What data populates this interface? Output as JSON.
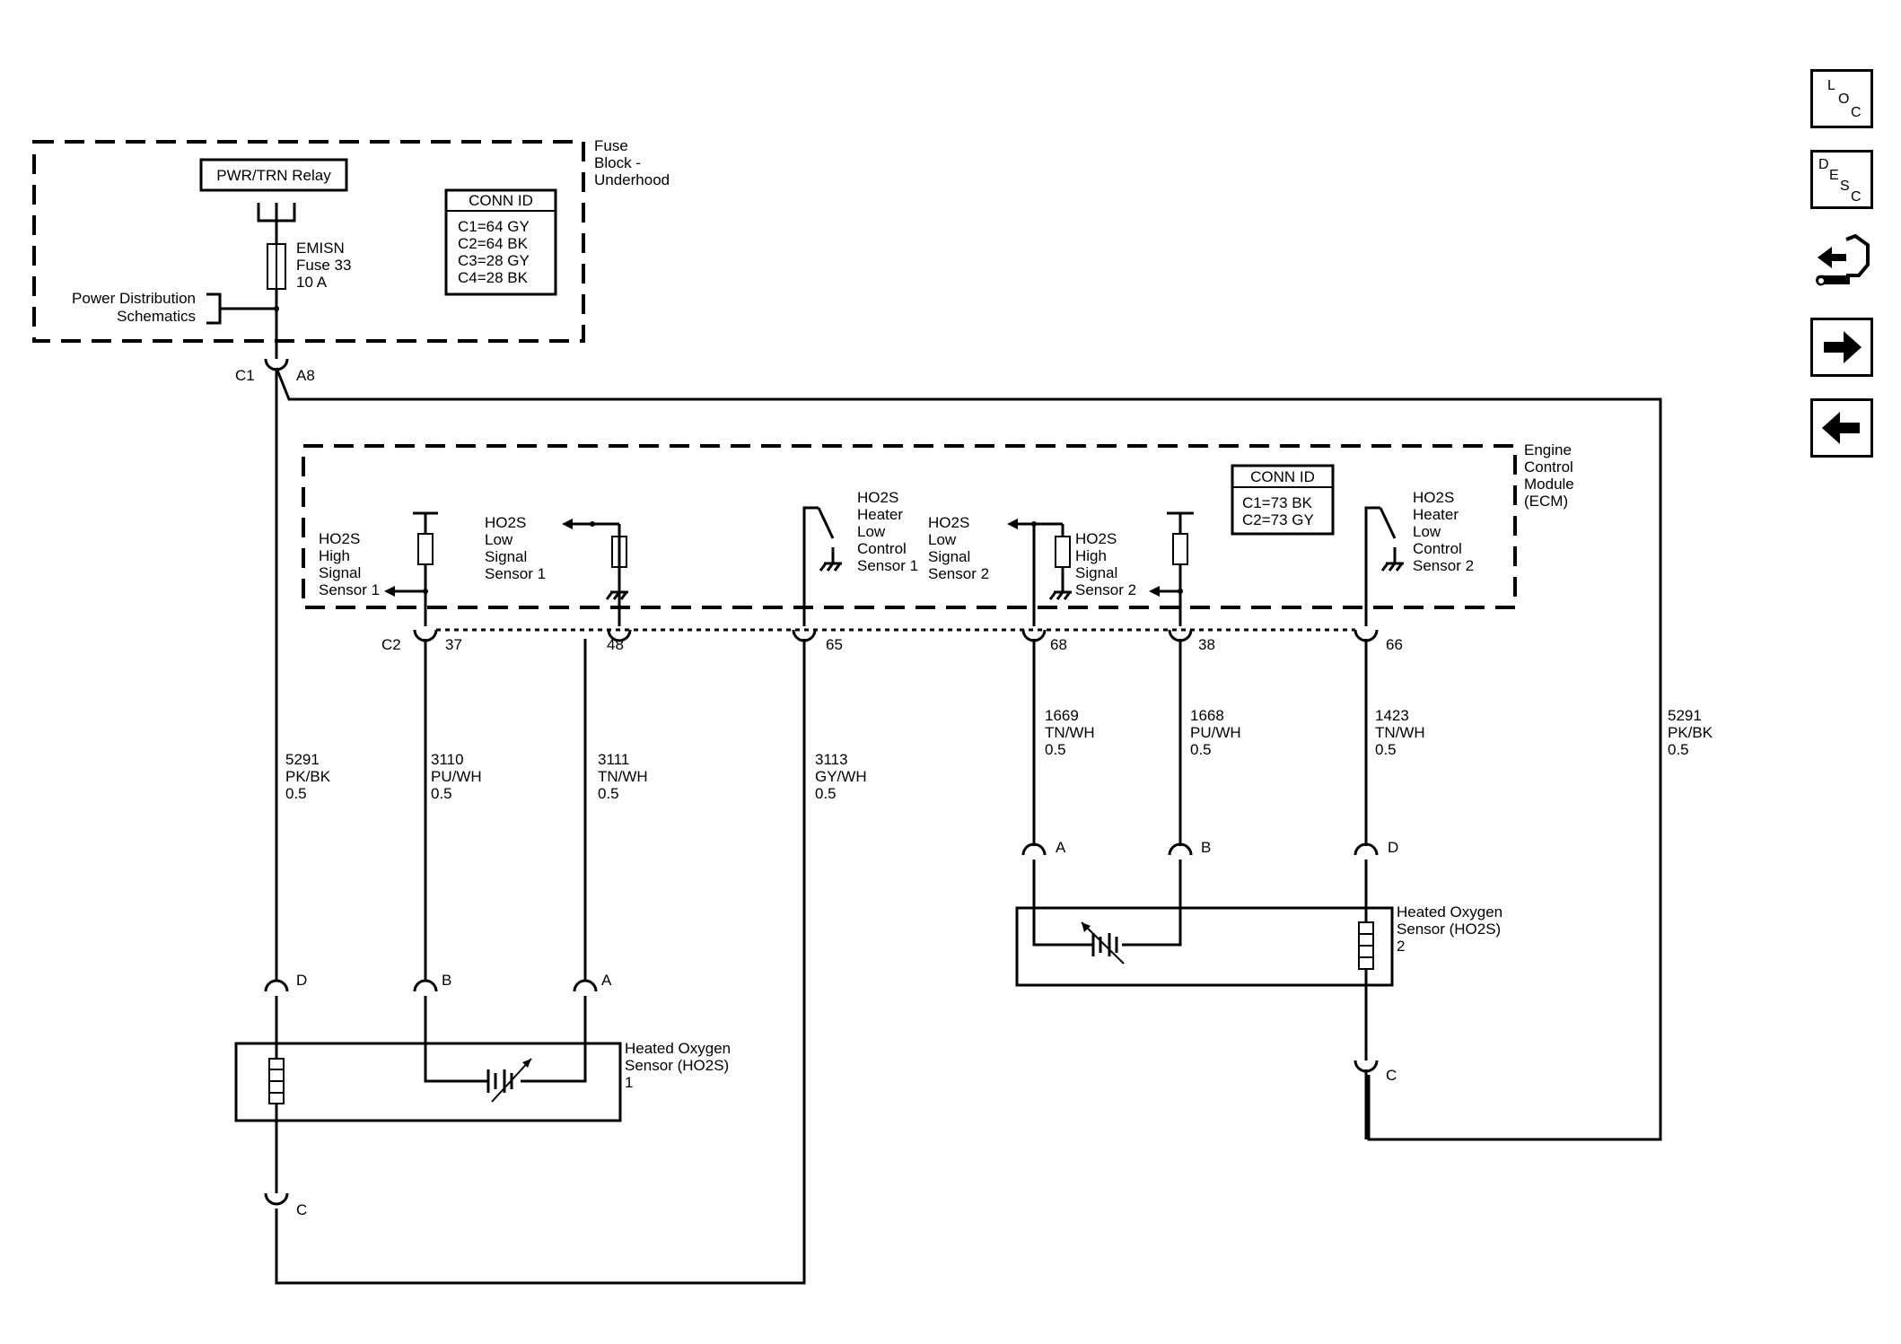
{
  "fuse_block": {
    "label": [
      "Fuse",
      "Block -",
      "Underhood"
    ],
    "relay": "PWR/TRN Relay",
    "fuse": [
      "EMISN",
      "Fuse 33",
      "10 A"
    ],
    "power_dist": [
      "Power Distribution",
      "Schematics"
    ],
    "conn_id_title": "CONN ID",
    "conn_ids": [
      "C1=64 GY",
      "C2=64 BK",
      "C3=28 GY",
      "C4=28 BK"
    ],
    "connector": "C1",
    "pin": "A8"
  },
  "ecm": {
    "label": [
      "Engine",
      "Control",
      "Module",
      "(ECM)"
    ],
    "conn_id_title": "CONN ID",
    "conn_ids": [
      "C1=73 BK",
      "C2=73 GY"
    ],
    "connector": "C2",
    "signals": [
      {
        "lines": [
          "HO2S",
          "High",
          "Signal",
          "Sensor 1"
        ],
        "pin": "37",
        "circuit": [
          "3110",
          "PU/WH",
          "0.5"
        ]
      },
      {
        "lines": [
          "HO2S",
          "Low",
          "Signal",
          "Sensor 1"
        ],
        "pin": "48",
        "circuit": [
          "3111",
          "TN/WH",
          "0.5"
        ]
      },
      {
        "lines": [
          "HO2S",
          "Heater",
          "Low",
          "Control",
          "Sensor 1"
        ],
        "pin": "65",
        "circuit": [
          "3113",
          "GY/WH",
          "0.5"
        ]
      },
      {
        "lines": [
          "HO2S",
          "Low",
          "Signal",
          "Sensor 2"
        ],
        "pin": "68",
        "circuit": [
          "1669",
          "TN/WH",
          "0.5"
        ]
      },
      {
        "lines": [
          "HO2S",
          "High",
          "Signal",
          "Sensor 2"
        ],
        "pin": "38",
        "circuit": [
          "1668",
          "PU/WH",
          "0.5"
        ]
      },
      {
        "lines": [
          "HO2S",
          "Heater",
          "Low",
          "Control",
          "Sensor 2"
        ],
        "pin": "66",
        "circuit": [
          "1423",
          "TN/WH",
          "0.5"
        ]
      }
    ]
  },
  "power_wires": [
    {
      "circuit": [
        "5291",
        "PK/BK",
        "0.5"
      ]
    },
    {
      "circuit": [
        "5291",
        "PK/BK",
        "0.5"
      ]
    }
  ],
  "sensor1": {
    "label": [
      "Heated Oxygen",
      "Sensor (HO2S)",
      "1"
    ],
    "pins": [
      "D",
      "B",
      "A",
      "C"
    ]
  },
  "sensor2": {
    "label": [
      "Heated Oxygen",
      "Sensor (HO2S)",
      "2"
    ],
    "pins": [
      "A",
      "B",
      "D",
      "C"
    ]
  },
  "nav": {
    "loc": [
      "L",
      "O",
      "C"
    ],
    "desc": [
      "D",
      "E",
      "S",
      "C"
    ]
  }
}
